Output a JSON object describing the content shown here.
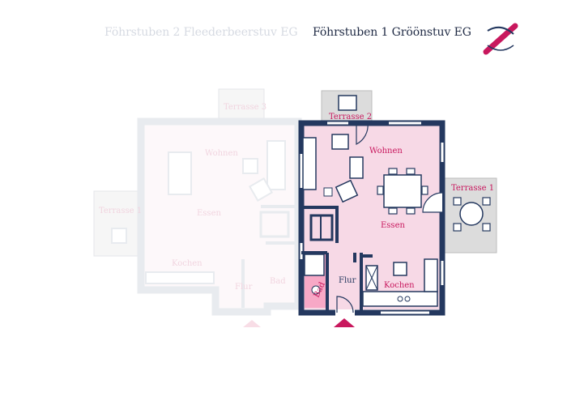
{
  "header": {
    "tab_inactive": "Föhrstuben 2 Fleederbeerstuv EG",
    "tab_active": "Föhrstuben 1 Gröönstuv EG"
  },
  "colors": {
    "wall": "#24385f",
    "room_fill": "#f7d9e6",
    "terrace_fill": "#dcdcdc",
    "accent": "#c8175d",
    "faded_text": "#e6b2c6",
    "faded_line": "#e1e4ea"
  },
  "icons": {
    "logo": "compass-pen-icon",
    "entrance": "entrance-arrow-icon"
  },
  "plan_left": {
    "rooms": {
      "terrace_top": "Terrasse 3",
      "wohnen": "Wohnen",
      "terrace_left": "Terrasse 1",
      "essen": "Essen",
      "kochen": "Kochen",
      "flur": "Flur",
      "bad": "Bad"
    }
  },
  "plan_right": {
    "rooms": {
      "terrace_top": "Terrasse 2",
      "wohnen": "Wohnen",
      "terrace_right": "Terrasse 1",
      "essen": "Essen",
      "kochen": "Kochen",
      "flur": "Flur",
      "bad": "Bad"
    }
  }
}
